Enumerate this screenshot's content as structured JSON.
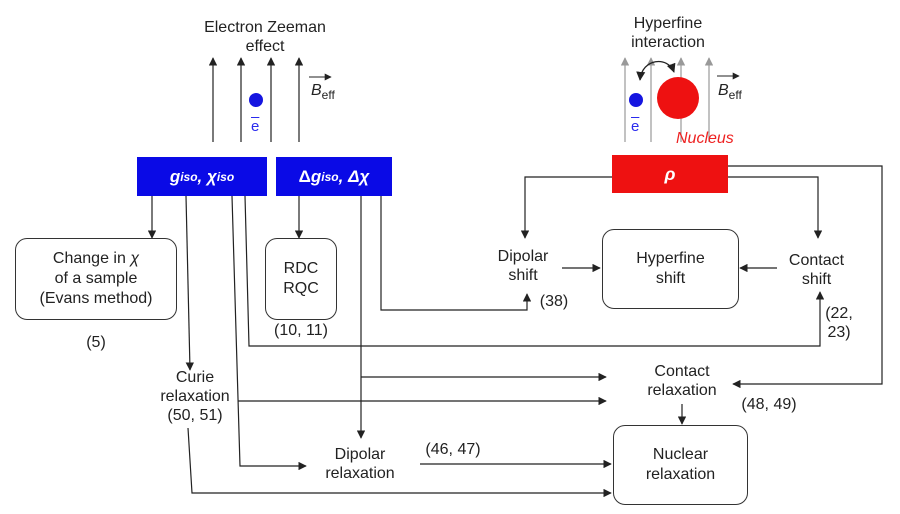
{
  "zeeman": {
    "line1": "Electron Zeeman",
    "line2": "effect"
  },
  "hyperfine": {
    "line1": "Hyperfine",
    "line2": "interaction"
  },
  "beff_left": {
    "main": "B",
    "sub": "eff"
  },
  "beff_right": {
    "main": "B",
    "sub": "eff"
  },
  "electron_left": "e",
  "electron_right": "e",
  "nucleus": "Nucleus",
  "box_giso": {
    "g": "g",
    "g_sub": "iso",
    "chi": "χ",
    "chi_sub": "iso"
  },
  "box_dg": {
    "delta": "Δ",
    "g": "g",
    "g_sub": "iso",
    "chi": "Δχ"
  },
  "box_rho": "ρ",
  "change": {
    "line1": "Change in",
    "chi": "χ",
    "line2": "of a sample",
    "line3": "(Evans method)"
  },
  "ref5": "(5)",
  "rdc": {
    "line1": "RDC",
    "line2": "RQC"
  },
  "ref1011": "(10, 11)",
  "dipolar_shift": {
    "line1": "Dipolar",
    "line2": "shift"
  },
  "ref38": "(38)",
  "hyperfine_shift": {
    "line1": "Hyperfine",
    "line2": "shift"
  },
  "contact_shift": {
    "line1": "Contact",
    "line2": "shift"
  },
  "ref2223": {
    "line1": "(22,",
    "line2": "23)"
  },
  "curie": {
    "line1": "Curie",
    "line2": "relaxation",
    "line3": "(50, 51)"
  },
  "contact_relax": {
    "line1": "Contact",
    "line2": "relaxation"
  },
  "ref4849": "(48, 49)",
  "dipolar_relax": {
    "line1": "Dipolar",
    "line2": "relaxation"
  },
  "ref4647": "(46, 47)",
  "nuclear_relax": {
    "line1": "Nuclear",
    "line2": "relaxation"
  },
  "colors": {
    "blue_box": "#0a0ae6",
    "red_box": "#ee1111",
    "electron": "#1515e0",
    "nucleus": "#ee1111",
    "text": "#222222"
  }
}
